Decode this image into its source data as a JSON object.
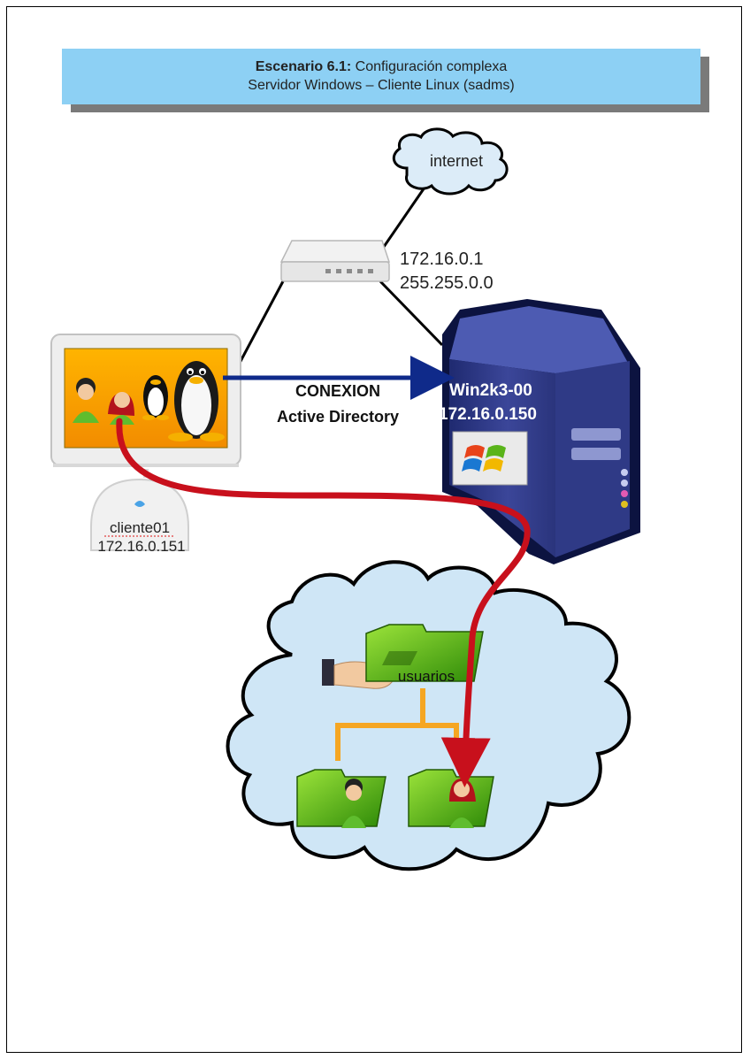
{
  "title": {
    "bold": "Escenario 6.1:",
    "rest": " Configuración complexa",
    "line2": "Servidor Windows – Cliente Linux (sadms)"
  },
  "internet": {
    "label": "internet"
  },
  "router": {
    "ip": "172.16.0.1",
    "mask": "255.255.0.0"
  },
  "connection": {
    "line1": "CONEXION",
    "line2": "Active Directory"
  },
  "server": {
    "name": "Win2k3-00",
    "ip": "172.16.0.150"
  },
  "client": {
    "name": "cliente01",
    "ip": "172.16.0.151"
  },
  "share": {
    "label": "usuarios"
  },
  "colors": {
    "title_bg": "#8dd0f4",
    "title_shadow": "#7a7a7a",
    "arrow_blue": "#0f2a8a",
    "arrow_red": "#c8101c",
    "server_body": "#3b4699",
    "cloud_fill": "#cfe6f6",
    "folder_green": "#3fa60c",
    "tree_orange": "#f5a623"
  }
}
